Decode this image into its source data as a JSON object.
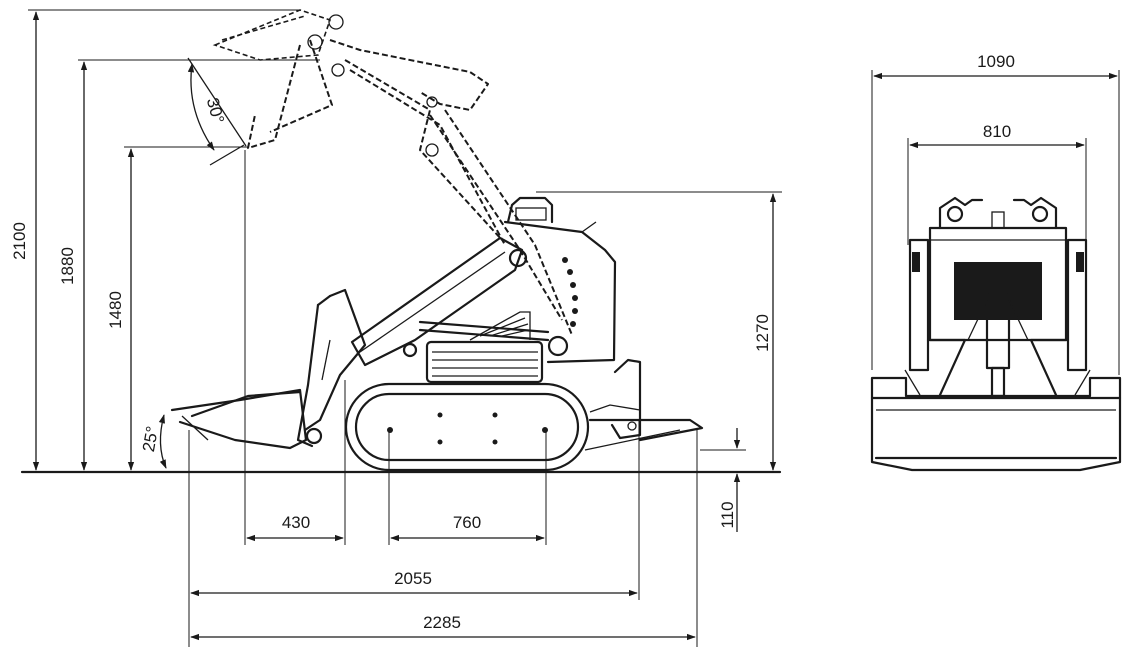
{
  "side_view": {
    "dimensions": {
      "max_lift_height": "2100",
      "hinge_pin_height": "1880",
      "dump_height": "1480",
      "overall_height": "1270",
      "ground_clearance": "110",
      "dump_reach": "430",
      "track_wheelbase": "760",
      "length_without_bucket": "2055",
      "overall_length": "2285"
    },
    "angles": {
      "dump_angle": "30°",
      "rollback_angle": "25°"
    }
  },
  "front_view": {
    "dimensions": {
      "overall_width": "1090",
      "track_width": "810"
    }
  }
}
